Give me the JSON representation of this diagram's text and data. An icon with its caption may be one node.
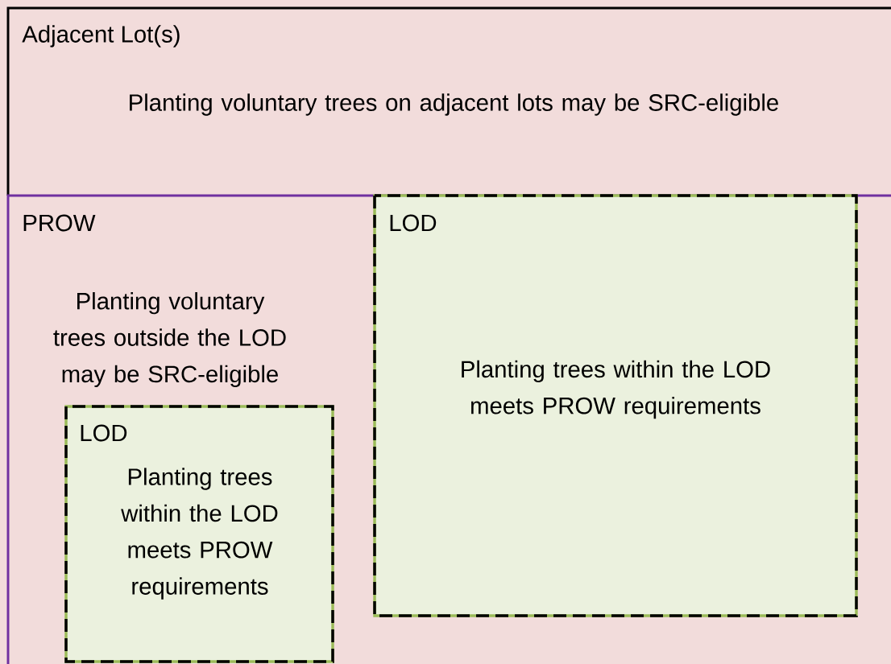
{
  "diagram": {
    "nodes": [
      {
        "text": [
          "Adjacent Lot(s)",
          "Planting voluntary trees on adjacent lots may be SRC-eligible"
        ]
      },
      {
        "text": [
          "PROW",
          "Planting voluntary trees outside the LOD may be SRC-eligible"
        ]
      },
      {
        "text": [
          "LOD",
          "Planting trees within the LOD meets PROW requirements"
        ],
        "in": 1
      },
      {
        "text": [
          "LOD",
          "Planting trees within the LOD meets PROW requirements"
        ],
        "in": 1
      }
    ]
  }
}
